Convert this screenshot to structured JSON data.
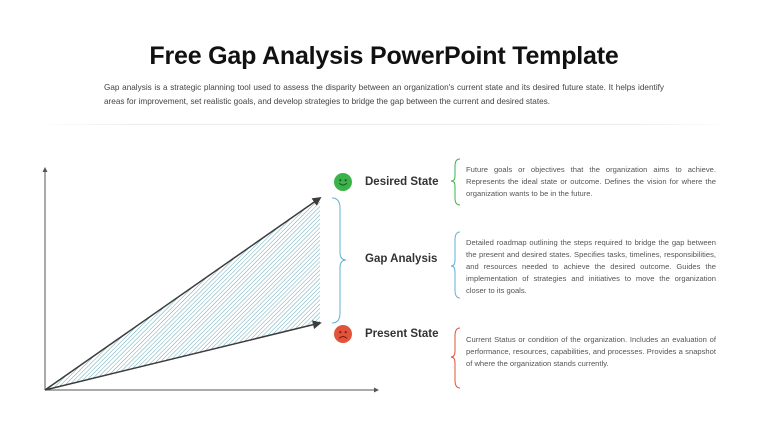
{
  "header": {
    "title": "Free Gap Analysis PowerPoint Template",
    "description": "Gap analysis is a strategic planning tool used to assess the disparity between an organization's current state and its desired future state. It helps identify areas for improvement, set realistic goals, and develop strategies to bridge the gap between the current and desired states."
  },
  "states": {
    "desired": {
      "label": "Desired State",
      "icon": "smiley-face-icon",
      "color": "#3bb34a",
      "description": "Future goals or objectives that the organization aims to achieve. Represents the ideal state or outcome. Defines the vision for where the organization wants to be in the future."
    },
    "gap": {
      "label": "Gap Analysis",
      "color": "#5fb3d4",
      "description": "Detailed roadmap outlining the steps required to bridge the gap between the present and desired states. Specifies tasks, timelines, responsibilities, and resources needed to achieve the desired outcome. Guides the implementation of strategies and initiatives to move the organization closer to its goals."
    },
    "present": {
      "label": "Present State",
      "icon": "sad-face-icon",
      "color": "#e2533a",
      "description": "Current Status or condition of the organization. Includes an evaluation of performance, resources, capabilities, and processes. Provides a snapshot of where the organization stands currently."
    }
  },
  "colors": {
    "hatch": "#6aaab8",
    "axis": "#555555",
    "arrow": "#3c3c3c"
  }
}
